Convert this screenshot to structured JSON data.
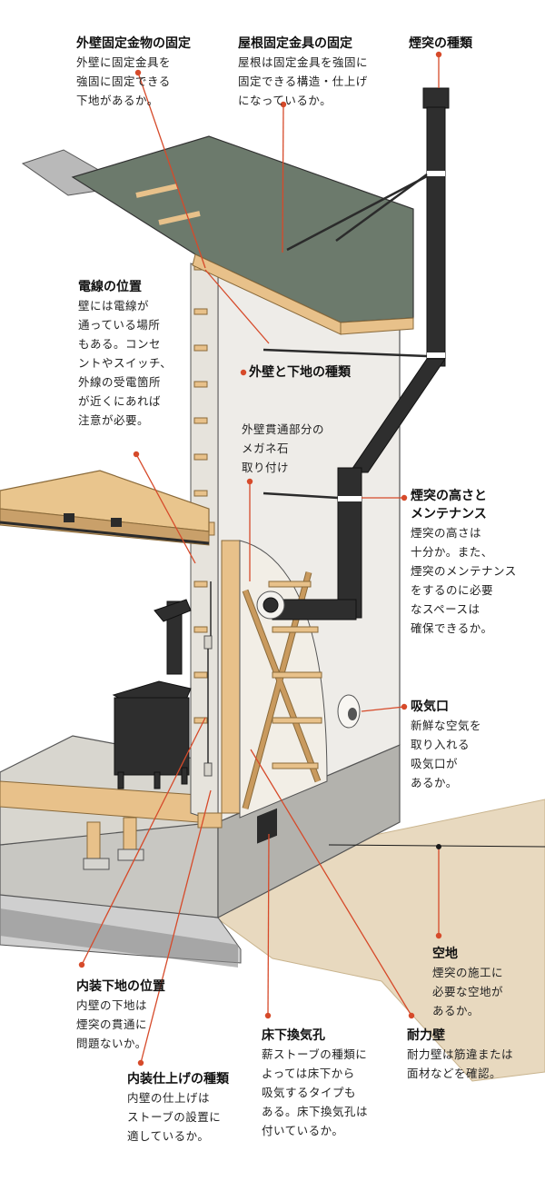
{
  "colors": {
    "leader": "#d64a2a",
    "roof": "#6e7a6e",
    "wood": "#e8c18a",
    "concrete": "#b8b7b1",
    "wall": "#eceae6",
    "chimney": "#2b2b2b"
  },
  "labels": {
    "wall_fixing": {
      "title": "外壁固定金物の固定",
      "desc": "外壁に固定金具を\n強固に固定できる\n下地があるか。"
    },
    "roof_fixing": {
      "title": "屋根固定金具の固定",
      "desc": "屋根は固定金具を強固に\n固定できる構造・仕上げ\nになっているか。"
    },
    "chimney_type": {
      "title": "煙突の種類"
    },
    "wire_position": {
      "title": "電線の位置",
      "desc": "壁には電線が\n通っている場所\nもある。コンセ\nントやスイッチ、\n外線の受電箇所\nが近くにあれば\n注意が必要。"
    },
    "wall_base_type": {
      "title": "外壁と下地の種類"
    },
    "spectacle_stone": {
      "text": "外壁貫通部分の\nメガネ石\n取り付け"
    },
    "chimney_height": {
      "title": "煙突の高さと\nメンテナンス",
      "desc": "煙突の高さは\n十分か。また、\n煙突のメンテナンス\nをするのに必要\nなスペースは\n確保できるか。"
    },
    "air_intake": {
      "title": "吸気口",
      "desc": "新鮮な空気を\n取り入れる\n吸気口が\nあるか。"
    },
    "open_space": {
      "title": "空地",
      "desc": "煙突の施工に\n必要な空地が\nあるか。"
    },
    "interior_base": {
      "title": "内装下地の位置",
      "desc": "内壁の下地は\n煙突の貫通に\n問題ないか。"
    },
    "underfloor_vent": {
      "title": "床下換気孔",
      "desc": "薪ストーブの種類に\nよっては床下から\n吸気するタイプも\nある。床下換気孔は\n付いているか。"
    },
    "bearing_wall": {
      "title": "耐力壁",
      "desc": "耐力壁は筋違または\n面材などを確認。"
    },
    "interior_finish": {
      "title": "内装仕上げの種類",
      "desc": "内壁の仕上げは\nストーブの設置に\n適しているか。"
    }
  }
}
